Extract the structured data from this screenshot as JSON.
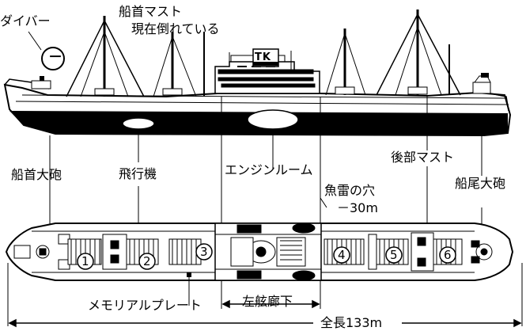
{
  "labels": {
    "diver": "ダイバー",
    "diver_badge": "－",
    "bow_mast": "船首マスト",
    "bow_mast_state": "現在倒れている",
    "funnel_mark": "TK",
    "bow_gun": "船首大砲",
    "aircraft": "飛行機",
    "engine_room": "エンジンルーム",
    "stern_mast": "後部マスト",
    "stern_gun": "船尾大砲",
    "torpedo_hole": "魚雷の穴",
    "torpedo_depth": "－30m",
    "memorial_plate": "メモリアルプレート",
    "port_corridor": "左舷廊下",
    "total_length": "全長133m"
  },
  "holds": [
    "1",
    "2",
    "3",
    "4",
    "5",
    "6"
  ]
}
